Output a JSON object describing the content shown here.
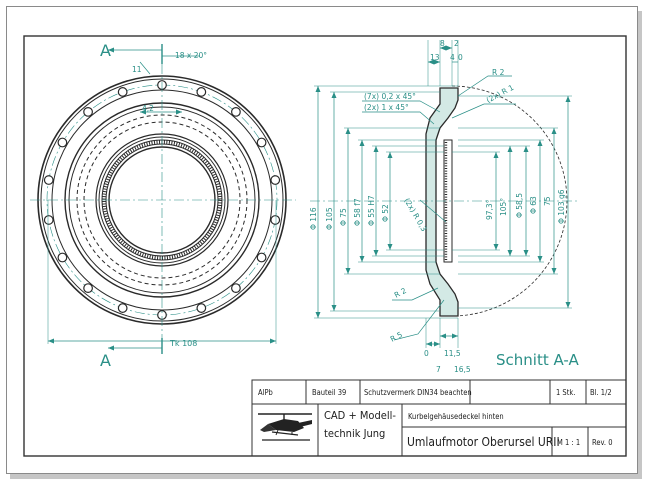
{
  "section_labels": {
    "a_top": "A",
    "a_bottom": "A",
    "schnitt": "Schnitt A-A"
  },
  "front_view": {
    "angle_dim": "18 x 20°",
    "hole_dim": "11",
    "offset_dim": "4,2",
    "tk_dim": "Tk 108"
  },
  "section_view": {
    "top_dims": [
      "8",
      "2",
      "13",
      "4",
      "0"
    ],
    "chamfer_1": "(7x) 0,2 x 45°",
    "chamfer_2": "(2x) 1 x 45°",
    "radius_top": "R 2",
    "radius_2x": "(2x) R 1",
    "radius_inner": "(2x) R 0,3",
    "radius_bottom": "R 2",
    "radius_big": "R 5",
    "left_diameters": [
      "Φ 116",
      "Φ 105",
      "Φ 75",
      "Φ 58 f7",
      "Φ 55 H7",
      "Φ 52"
    ],
    "right_diameters": [
      "97,3°",
      "105°",
      "Φ 58,5",
      "Φ 63",
      "75",
      "Φ 103 g6"
    ],
    "bottom_dims": [
      "0",
      "11,5",
      "7",
      "16,5"
    ]
  },
  "title_block": {
    "material": "AlPb",
    "part_no": "Bauteil 39",
    "protection": "Schutzvermerk DIN34 beachten",
    "quantity": "1 Stk.",
    "sheet": "Bl. 1/2",
    "company_line1": "CAD + Modell-",
    "company_line2": "technik Jung",
    "description": "Kurbelgehäusedeckel hinten",
    "title": "Umlaufmotor Oberursel URII",
    "scale": "M 1 : 1",
    "revision": "Rev. 0"
  },
  "logo": {
    "name": "helicopter-logo"
  },
  "colors": {
    "geometry": "#2a2a2a",
    "dimension": "#2a8f87",
    "frame": "#333333"
  }
}
